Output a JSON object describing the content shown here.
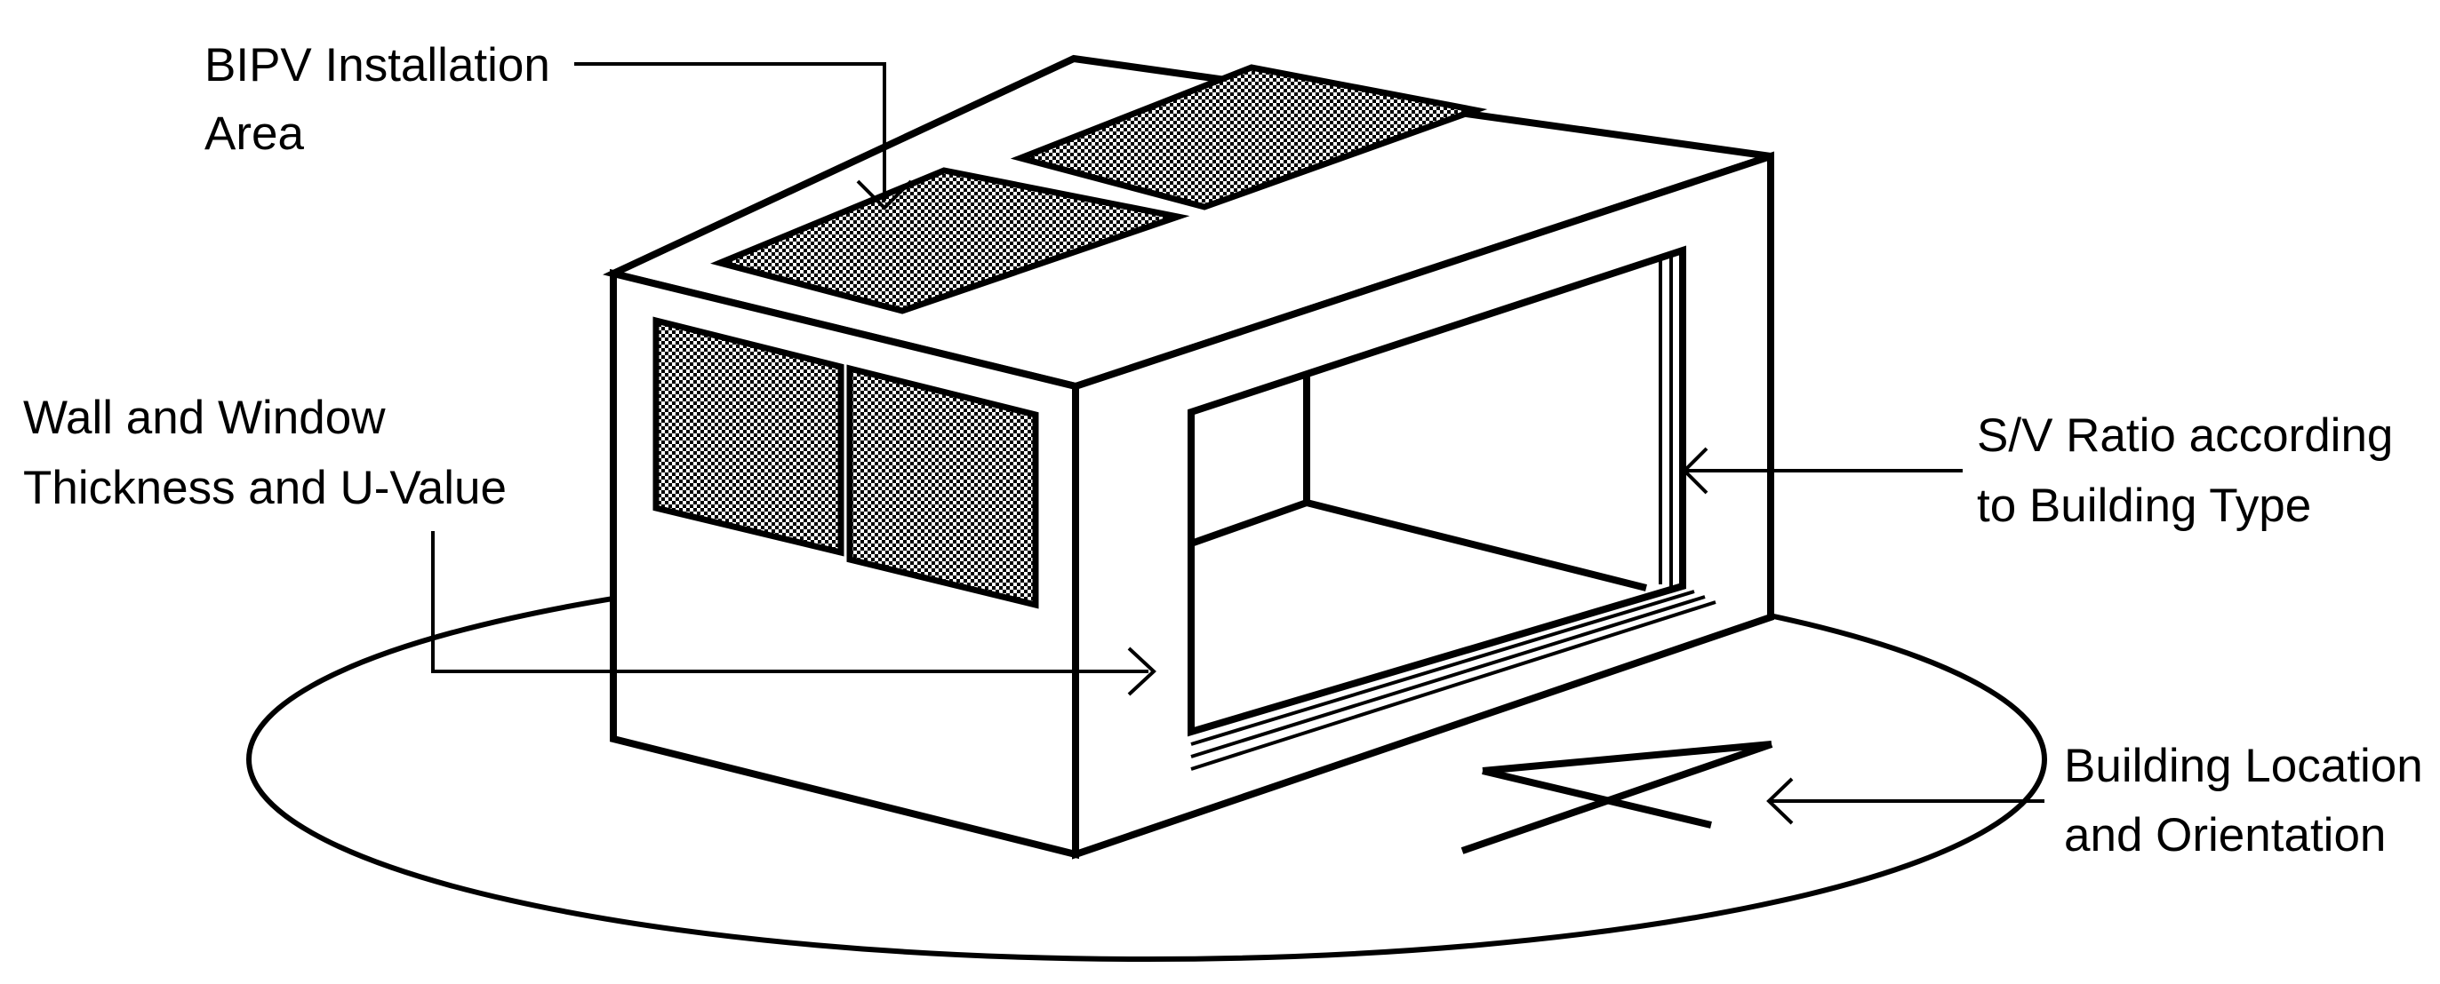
{
  "labels": {
    "bipv_line1": "BIPV Installation",
    "bipv_line2": "Area",
    "wall_line1": "Wall and Window",
    "wall_line2": "Thickness and U-Value",
    "sv_line1": "S/V Ratio according",
    "sv_line2": "to Building Type",
    "loc_line1": "Building Location",
    "loc_line2": "and Orientation"
  },
  "colors": {
    "line": "#000000",
    "background": "#ffffff",
    "panel_fill": "checkered-gray"
  }
}
